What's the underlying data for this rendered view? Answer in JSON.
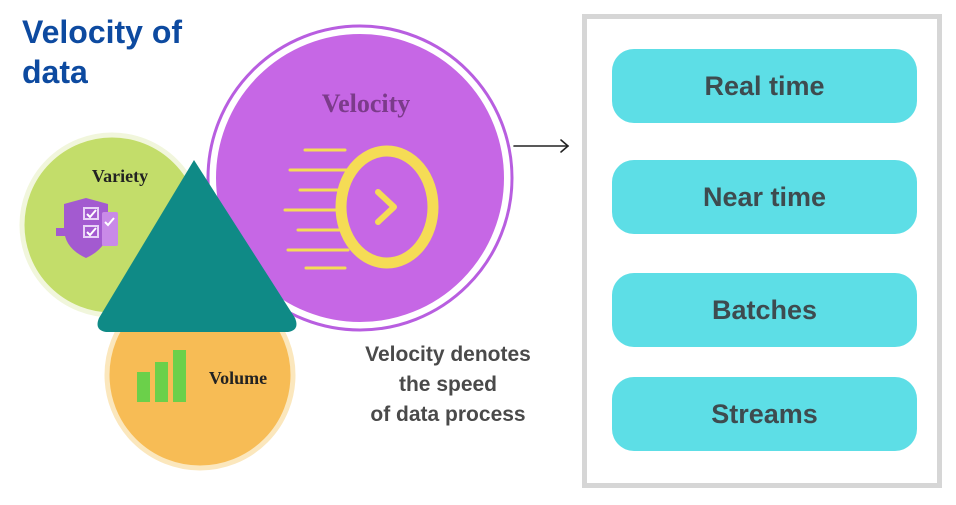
{
  "title": {
    "line1": "Velocity of",
    "line2": "data"
  },
  "circles": {
    "velocity": "Velocity",
    "variety": "Variety",
    "volume": "Volume"
  },
  "caption": {
    "line1": "Velocity denotes",
    "line2": "the speed",
    "line3": "of data process"
  },
  "list": {
    "items": [
      "Real time",
      "Near time",
      "Batches",
      "Streams"
    ]
  },
  "colors": {
    "title": "#0d4aa0",
    "velocity_fill": "#c667e5",
    "velocity_ring": "#b85ee0",
    "variety_fill": "#c3dd6a",
    "volume_fill": "#f7bc55",
    "triangle": "#0f8a86",
    "accent_yellow": "#f5dc55",
    "pill_fill": "#5ddee6",
    "panel_border": "#d6d6d6"
  },
  "icons": {
    "velocity": "speed-play-icon",
    "variety": "checklist-shield-icon",
    "volume": "bar-chart-icon",
    "connector": "arrow-right-icon"
  }
}
